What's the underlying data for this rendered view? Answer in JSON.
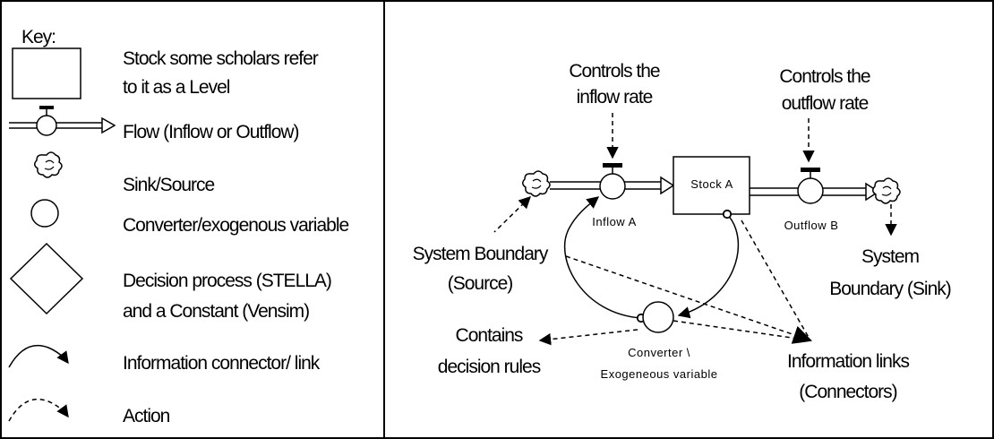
{
  "key": {
    "title": "Key:",
    "items": [
      {
        "icon": "stock-icon",
        "lines": [
          "Stock some scholars refer",
          "to it as a Level"
        ]
      },
      {
        "icon": "flow-icon",
        "lines": [
          "Flow (Inflow or Outflow)"
        ]
      },
      {
        "icon": "sink-source-icon",
        "lines": [
          "Sink/Source"
        ]
      },
      {
        "icon": "converter-icon",
        "lines": [
          "Converter/exogenous variable"
        ]
      },
      {
        "icon": "decision-diamond-icon",
        "lines": [
          "Decision process (STELLA)",
          "and a Constant (Vensim)"
        ]
      },
      {
        "icon": "information-connector-icon",
        "lines": [
          "Information connector/ link"
        ]
      },
      {
        "icon": "action-dashed-arrow-icon",
        "lines": [
          "Action"
        ]
      }
    ]
  },
  "diagram": {
    "inflow_control": [
      "Controls the",
      "inflow rate"
    ],
    "outflow_control": [
      "Controls the",
      "outflow rate"
    ],
    "stock_label": "Stock A",
    "inflow_label": "Inflow A",
    "outflow_label": "Outflow B",
    "source_label": [
      "System Boundary",
      "(Source)"
    ],
    "sink_label": [
      "System",
      "Boundary (Sink)"
    ],
    "converter_label": [
      "Converter \\",
      "Exogeneous variable"
    ],
    "decision_label": [
      "Contains",
      "decision rules"
    ],
    "info_links_label": [
      "Information links",
      "(Connectors)"
    ]
  }
}
